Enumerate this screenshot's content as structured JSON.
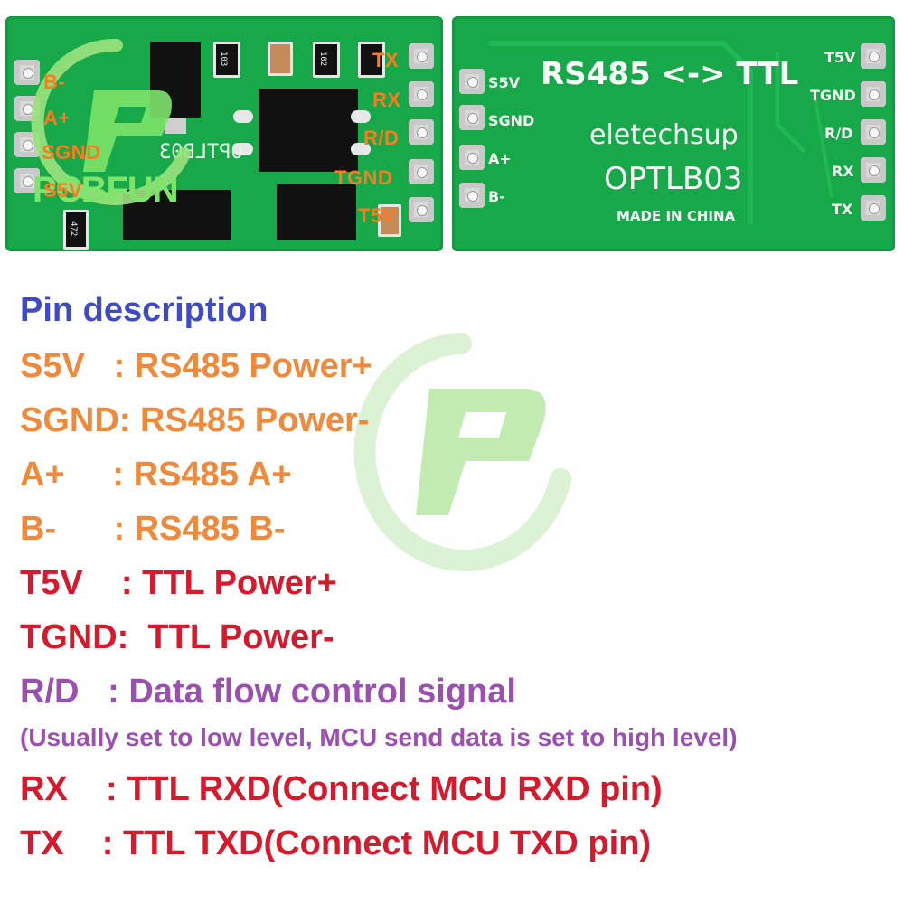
{
  "left_board": {
    "pin_labels_left": [
      "B-",
      "A+",
      "SGND",
      "S5V"
    ],
    "pin_labels_right": [
      "TX",
      "RX",
      "R/D",
      "TGND",
      "T5V"
    ],
    "silkscreen_text": "OPTLB03",
    "resistor_codes": [
      "103",
      "102"
    ],
    "small_codes": [
      "472"
    ]
  },
  "right_board": {
    "title": "RS485 <-> TTL",
    "brand": "eletechsup",
    "model": "OPTLB03",
    "made_in": "MADE IN CHINA",
    "pin_labels_left": [
      "S5V",
      "SGND",
      "A+",
      "B-"
    ],
    "pin_labels_right": [
      "T5V",
      "TGND",
      "R/D",
      "RX",
      "TX"
    ]
  },
  "watermark": {
    "text": "PCBFUN",
    "color": "#7ee46a"
  },
  "pin_description": {
    "heading": "Pin description",
    "rows": [
      {
        "key": "S5V   ",
        "value": ": RS485 Power+",
        "color": "orange"
      },
      {
        "key": "SGND",
        "value": ": RS485 Power-",
        "color": "orange"
      },
      {
        "key": "A+     ",
        "value": ": RS485 A+",
        "color": "orange"
      },
      {
        "key": "B-      ",
        "value": ": RS485 B-",
        "color": "orange"
      },
      {
        "key": "T5V    ",
        "value": ": TTL Power+",
        "color": "red"
      },
      {
        "key": "TGND",
        "value": ":  TTL Power-",
        "color": "red"
      },
      {
        "key": "R/D   ",
        "value": ": Data flow control signal",
        "color": "purple"
      }
    ],
    "note": "(Usually set to low level, MCU send data is set to high level)",
    "rows_after_note": [
      {
        "key": "RX    ",
        "value": ": TTL RXD(Connect MCU RXD pin)",
        "color": "red"
      },
      {
        "key": "TX    ",
        "value": ": TTL TXD(Connect MCU TXD pin)",
        "color": "red"
      }
    ]
  },
  "colors": {
    "heading": "#3f4ac4",
    "orange": "#f08a3a",
    "red": "#d7192b",
    "purple": "#9b4fb0",
    "pcb_green": "#17a84a",
    "label_orange": "#ff7a1a"
  }
}
